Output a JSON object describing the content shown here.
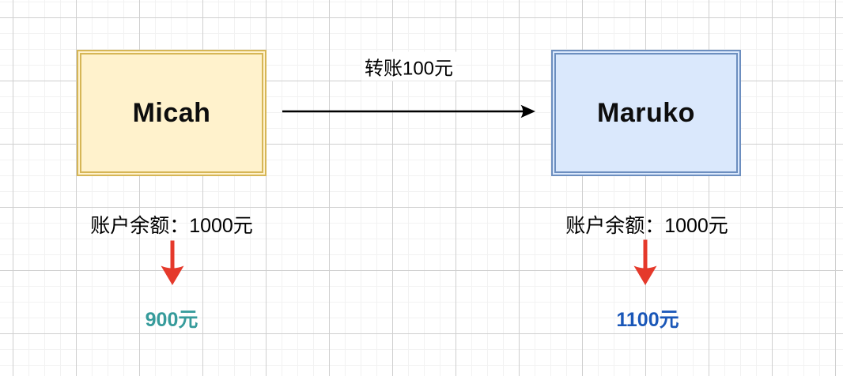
{
  "nodes": [
    {
      "name": "Micah",
      "fill": "#FFF2CC",
      "stroke": "#D6B656"
    },
    {
      "name": "Maruko",
      "fill": "#DAE8FC",
      "stroke": "#6C8EBF"
    }
  ],
  "transfer": {
    "label": "转账100元",
    "arrow_color": "#000000"
  },
  "balances": [
    {
      "owner": "Micah",
      "before": "账户余额：1000元",
      "after": "900元",
      "after_color": "#369B9B"
    },
    {
      "owner": "Maruko",
      "before": "账户余额：1000元",
      "after": "1100元",
      "after_color": "#1A57B8"
    }
  ],
  "change_arrow_color": "#E5392B"
}
